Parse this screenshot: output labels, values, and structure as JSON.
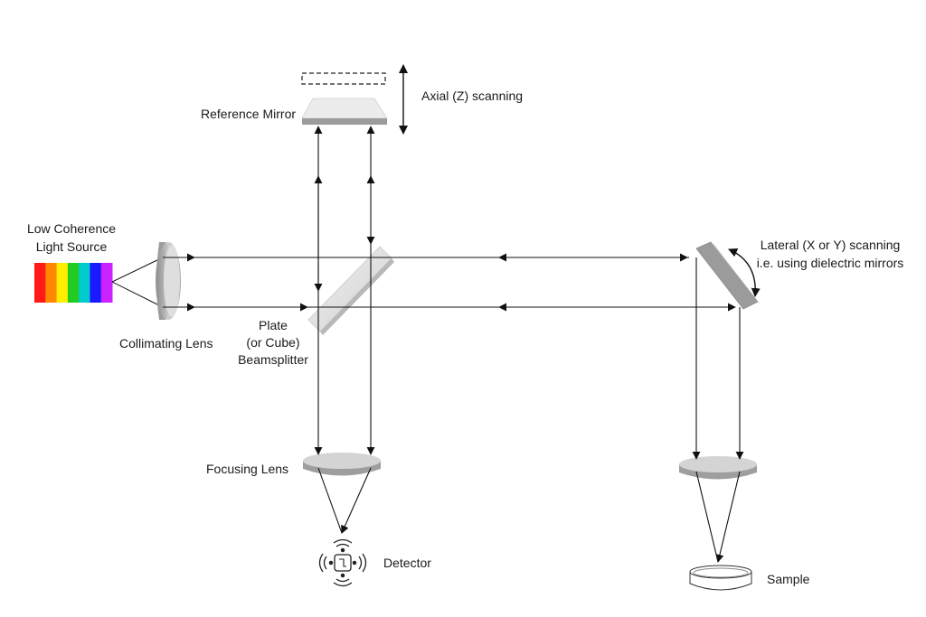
{
  "labels": {
    "reference_mirror": "Reference Mirror",
    "axial_scanning": "Axial (Z) scanning",
    "light_source_line1": "Low Coherence",
    "light_source_line2": "Light Source",
    "collimating_lens": "Collimating Lens",
    "beamsplitter_line1": "Plate",
    "beamsplitter_line2": "(or Cube)",
    "beamsplitter_line3": "Beamsplitter",
    "lateral_line1": "Lateral (X or Y) scanning",
    "lateral_line2": "i.e. using dielectric mirrors",
    "focusing_lens": "Focusing Lens",
    "detector": "Detector",
    "sample": "Sample"
  },
  "spectrum_colors": [
    "#ff1a1a",
    "#ff8800",
    "#ffee00",
    "#22cc22",
    "#00cccc",
    "#1a1aff",
    "#cc22ff"
  ],
  "colors": {
    "line": "#111111",
    "mirror_top": "#e6e6e6",
    "mirror_side": "#9a9a9a",
    "lens_top": "#9e9e9e",
    "lens_side": "#cfcfcf",
    "beamsplitter": "#e4e4e4"
  },
  "icons": {
    "detector": "detector-icon",
    "sample": "sample-dish-icon"
  }
}
